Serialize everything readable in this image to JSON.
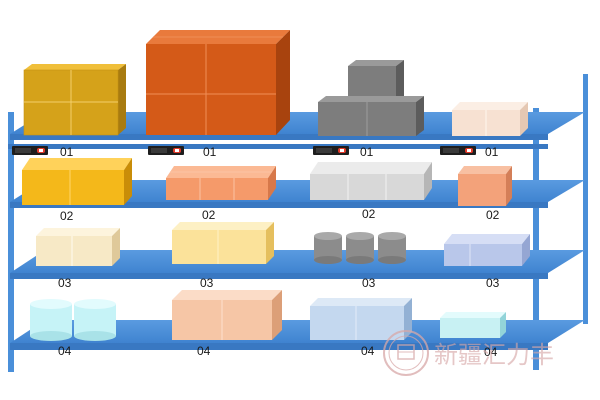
{
  "rack": {
    "color": "#4a8fd9",
    "levels": [
      {
        "label": "01",
        "slots": [
          {
            "label": "01",
            "item": "box-stack",
            "color": "#d5a21a",
            "has_tag": true
          },
          {
            "label": "01",
            "item": "box-stack",
            "color": "#d45a18",
            "has_tag": true
          },
          {
            "label": "01",
            "item": "box-pyramid",
            "color": "#7d7d7d",
            "has_tag": true
          },
          {
            "label": "01",
            "item": "box-single",
            "color": "#f7e1d2",
            "has_tag": true
          }
        ]
      },
      {
        "label": "02",
        "slots": [
          {
            "label": "02",
            "item": "box-row",
            "color": "#f4b81a"
          },
          {
            "label": "02",
            "item": "flat-boxes",
            "color": "#f59a6a"
          },
          {
            "label": "02",
            "item": "flat-boxes",
            "color": "#d8d8d8"
          },
          {
            "label": "02",
            "item": "box-single",
            "color": "#f3a27a"
          }
        ]
      },
      {
        "label": "03",
        "slots": [
          {
            "label": "03",
            "item": "box-row",
            "color": "#f7e9c6"
          },
          {
            "label": "03",
            "item": "box-row",
            "color": "#fbe29a"
          },
          {
            "label": "03",
            "item": "cylinders",
            "color": "#8c8c8c"
          },
          {
            "label": "03",
            "item": "flat-boxes",
            "color": "#b9c7ea"
          }
        ]
      },
      {
        "label": "04",
        "slots": [
          {
            "label": "04",
            "item": "cylinders",
            "color": "#c6f3f7"
          },
          {
            "label": "04",
            "item": "box-row",
            "color": "#f6c6a6"
          },
          {
            "label": "04",
            "item": "box-row",
            "color": "#c4d8ef"
          },
          {
            "label": "04",
            "item": "box-single",
            "color": "#c8f1f3"
          }
        ]
      }
    ]
  },
  "watermark": {
    "text": "新疆汇力丰",
    "color": "#d8a8a8"
  }
}
